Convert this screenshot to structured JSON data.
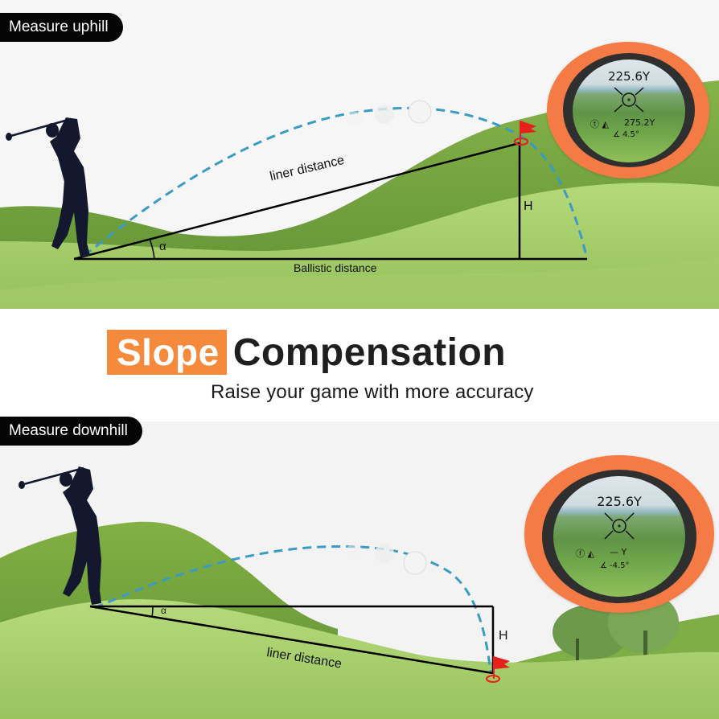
{
  "top_panel": {
    "badge": "Measure uphill",
    "labels": {
      "liner_distance": "liner distance",
      "ballistic_distance": "Ballistic distance",
      "height": "H",
      "angle": "α"
    },
    "rangefinder": {
      "distance": "225.6Y",
      "slope_distance": "275.2Y",
      "angle": "4.5°"
    }
  },
  "headline": {
    "highlight": "Slope",
    "title": "Compensation",
    "tagline": "Raise your game with more accuracy"
  },
  "bottom_panel": {
    "badge": "Measure downhill",
    "labels": {
      "liner_distance": "liner distance",
      "height": "H",
      "angle": "α"
    },
    "rangefinder": {
      "distance": "225.6Y",
      "slope_distance": "— Y",
      "angle": "-4.5°"
    }
  },
  "colors": {
    "accent_orange": "#f58a3c",
    "scope_orange": "#f47b45",
    "trajectory_blue": "#3a9cc4",
    "flag_red": "#e8201c",
    "grass_light": "#a9cf6a",
    "grass_dark": "#6f9e3c"
  },
  "icons": [
    "golfer-silhouette",
    "golf-ball",
    "flag-icon",
    "crosshair-icon",
    "slope-icon",
    "angle-icon"
  ]
}
